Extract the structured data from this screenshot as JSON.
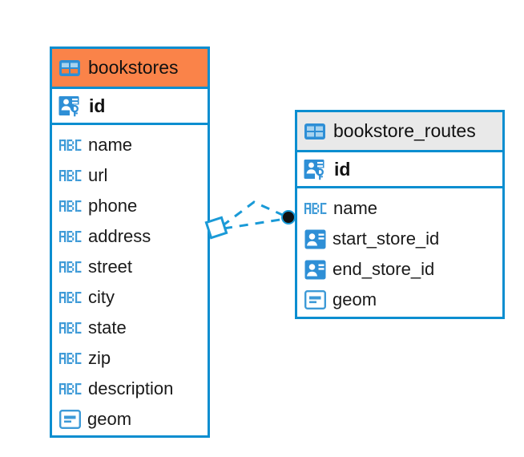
{
  "diagram": {
    "type": "entity-relationship-diagram",
    "background_color": "#ffffff",
    "accent_color": "#0b8ed0",
    "highlight_color": "#fa8349",
    "header_grey": "#e9e9e9"
  },
  "entities": [
    {
      "name": "bookstores",
      "title": "bookstores",
      "header_color": "#fa8349",
      "primary_key": {
        "label": "id",
        "icon": "primary-key-icon"
      },
      "fields": [
        {
          "label": "name",
          "icon": "abc-icon"
        },
        {
          "label": "url",
          "icon": "abc-icon"
        },
        {
          "label": "phone",
          "icon": "abc-icon"
        },
        {
          "label": "address",
          "icon": "abc-icon"
        },
        {
          "label": "street",
          "icon": "abc-icon"
        },
        {
          "label": "city",
          "icon": "abc-icon"
        },
        {
          "label": "state",
          "icon": "abc-icon"
        },
        {
          "label": "zip",
          "icon": "abc-icon"
        },
        {
          "label": "description",
          "icon": "abc-icon"
        },
        {
          "label": "geom",
          "icon": "geometry-icon"
        }
      ]
    },
    {
      "name": "bookstore_routes",
      "title": "bookstore_routes",
      "header_color": "#e9e9e9",
      "primary_key": {
        "label": "id",
        "icon": "primary-key-icon"
      },
      "fields": [
        {
          "label": "name",
          "icon": "abc-icon"
        },
        {
          "label": "start_store_id",
          "icon": "foreign-key-icon"
        },
        {
          "label": "end_store_id",
          "icon": "foreign-key-icon"
        },
        {
          "label": "geom",
          "icon": "geometry-icon"
        }
      ]
    }
  ],
  "relationship": {
    "style": "dashed",
    "color": "#1a9ad7",
    "source_entity": "bookstores",
    "target_entity": "bookstore_routes",
    "source_marker": "diamond",
    "target_marker": "filled-circle"
  }
}
